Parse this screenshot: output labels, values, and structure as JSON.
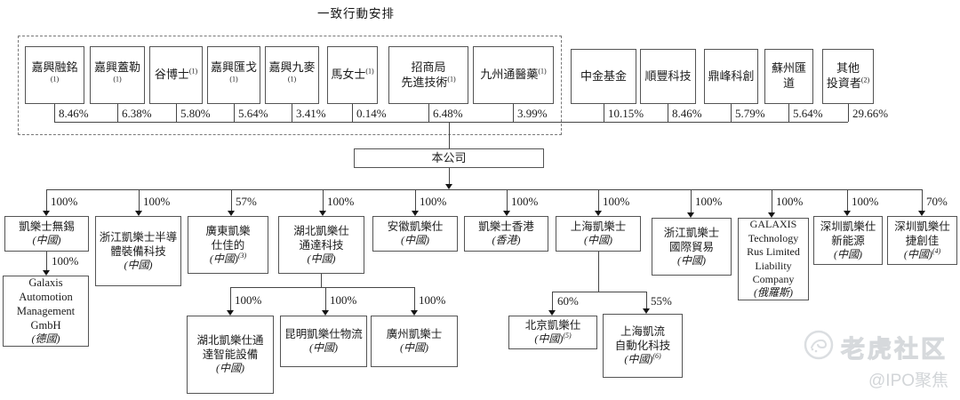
{
  "title": "一致行動安排",
  "company": {
    "label": "本公司"
  },
  "concerted": [
    {
      "lines": [
        "嘉興融銘"
      ],
      "sup": "(1)",
      "percent": "8.46%"
    },
    {
      "lines": [
        "嘉興蓋勒"
      ],
      "sup": "(1)",
      "percent": "6.38%"
    },
    {
      "lines": [
        "谷博士"
      ],
      "sup": "(1)",
      "percent": "5.80%"
    },
    {
      "lines": [
        "嘉興匯戈"
      ],
      "sup": "(1)",
      "percent": "5.64%"
    },
    {
      "lines": [
        "嘉興九麥"
      ],
      "sup": "(1)",
      "percent": "3.41%"
    },
    {
      "lines": [
        "馬女士"
      ],
      "sup": "(1)",
      "percent": "0.14%"
    },
    {
      "lines": [
        "招商局",
        "先進技術"
      ],
      "sup": "(1)",
      "percent": "6.48%"
    },
    {
      "lines": [
        "九州通醫藥"
      ],
      "sup": "(1)",
      "percent": "3.99%"
    }
  ],
  "investors": [
    {
      "lines": [
        "中金基金"
      ],
      "percent": "10.15%"
    },
    {
      "lines": [
        "順豐科技"
      ],
      "percent": "8.46%"
    },
    {
      "lines": [
        "鼎峰科創"
      ],
      "percent": "5.79%"
    },
    {
      "lines": [
        "蘇州匯道"
      ],
      "percent": "5.64%"
    },
    {
      "lines": [
        "其他",
        "投資者"
      ],
      "sup": "(2)",
      "percent": "29.66%"
    }
  ],
  "subs": [
    {
      "lines": [
        "凱樂士無錫"
      ],
      "region": "(中國)",
      "percent": "100%"
    },
    {
      "lines": [
        "浙江凱樂士半導",
        "體裝備科技"
      ],
      "region": "(中國)",
      "percent": "100%"
    },
    {
      "lines": [
        "廣東凱樂",
        "仕佳的"
      ],
      "region": "(中國)",
      "region_sup": "(3)",
      "percent": "57%"
    },
    {
      "lines": [
        "湖北凱樂仕",
        "通達科技"
      ],
      "region": "(中國)",
      "percent": "100%"
    },
    {
      "lines": [
        "安徽凱樂仕"
      ],
      "region": "(中國)",
      "percent": "100%"
    },
    {
      "lines": [
        "凱樂士香港"
      ],
      "region": "(香港)",
      "percent": "100%"
    },
    {
      "lines": [
        "上海凱樂士"
      ],
      "region": "(中國)",
      "percent": "100%"
    },
    {
      "lines": [
        "浙江凱樂士",
        "國際貿易"
      ],
      "region": "(中國)",
      "percent": "100%"
    },
    {
      "lines": [
        "GALAXIS",
        "Technology",
        "Rus Limited",
        "Liability",
        "Company"
      ],
      "region": "(俄羅斯)",
      "percent": "100%"
    },
    {
      "lines": [
        "深圳凱樂仕",
        "新能源"
      ],
      "region": "(中國)",
      "percent": "100%"
    },
    {
      "lines": [
        "深圳凱樂仕",
        "捷創佳"
      ],
      "region": "(中國)",
      "region_sup": "(4)",
      "percent": "70%"
    }
  ],
  "subsubs": [
    {
      "lines": [
        "Galaxis",
        "Automotion",
        "Management",
        "GmbH"
      ],
      "region": "(德國)",
      "percent": "100%"
    },
    {
      "lines": [
        "湖北凱樂仕通",
        "達智能設備"
      ],
      "region": "(中國)",
      "percent": "100%"
    },
    {
      "lines": [
        "昆明凱樂仕物流"
      ],
      "region": "(中國)",
      "percent": "100%"
    },
    {
      "lines": [
        "廣州凱樂士"
      ],
      "region": "(中國)",
      "percent": "100%"
    },
    {
      "lines": [
        "北京凱樂仕"
      ],
      "region": "(中國)",
      "region_sup": "(5)",
      "percent": "60%"
    },
    {
      "lines": [
        "上海凱流",
        "自動化科技"
      ],
      "region": "(中國)",
      "region_sup": "(6)",
      "percent": "55%"
    }
  ],
  "watermark": {
    "brand": "老虎社区",
    "handle": "@IPO聚焦"
  }
}
